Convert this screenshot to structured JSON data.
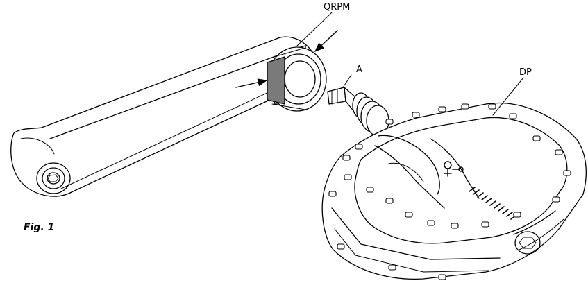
{
  "figure": {
    "caption": "Fig. 1"
  },
  "callouts": {
    "qrpm": "QRPM",
    "a": "A",
    "dp": "DP"
  }
}
